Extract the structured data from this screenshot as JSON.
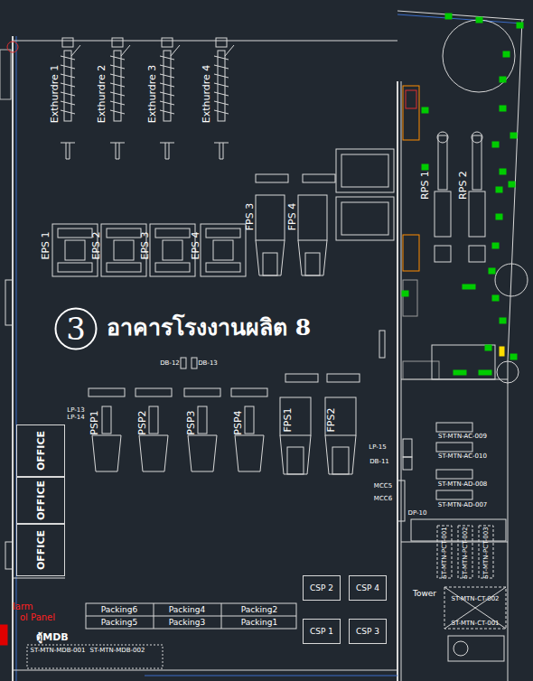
{
  "diagram": {
    "title": "อาคารโรงงานผลิต 8",
    "nodes": [
      {
        "text": [
          "3"
        ]
      },
      {
        "text": [
          "OFFICE"
        ]
      },
      {
        "text": [
          "OFFICE"
        ]
      },
      {
        "text": [
          "OFFICE"
        ]
      },
      {
        "text": [
          "CSP 2"
        ]
      },
      {
        "text": [
          "CSP 4"
        ]
      },
      {
        "text": [
          "CSP 1"
        ]
      },
      {
        "text": [
          "CSP 3"
        ]
      }
    ],
    "labels": [
      "Exthurdre 1",
      "Exthurdre 2",
      "Exthurdre 3",
      "Exthurdre 4",
      "EPS 1",
      "EPS 2",
      "EPS 3",
      "EPS 4",
      "FPS 3",
      "FPS 4",
      "RPS 1",
      "RPS 2",
      "DB-12",
      "DB-13",
      "PSP1",
      "PSP2",
      "PSP3",
      "PSP4",
      "FPS1",
      "FPS2",
      "LP-13",
      "LP-14",
      "LP-15",
      "DB-11",
      "MCC5",
      "MCC6",
      "DP-10",
      "ST-MTN-AC-009",
      "ST-MTN-AC-010",
      "ST-MTN-AD-008",
      "ST-MTN-AD-007",
      "ST-MTN-PCT-001",
      "ST-MTN-PCT-002",
      "ST-MTN-PCT-003",
      "Tower",
      "ST-MTN-CT-002",
      "ST-MTN-CT-001",
      "Packing6",
      "Packing4",
      "Packing2",
      "Packing5",
      "Packing3",
      "Packing1",
      "ตู้MDB",
      "ST-MTN-MDB-001",
      "ST-MTN-MDB-002",
      "larm",
      "ol Panel"
    ]
  }
}
